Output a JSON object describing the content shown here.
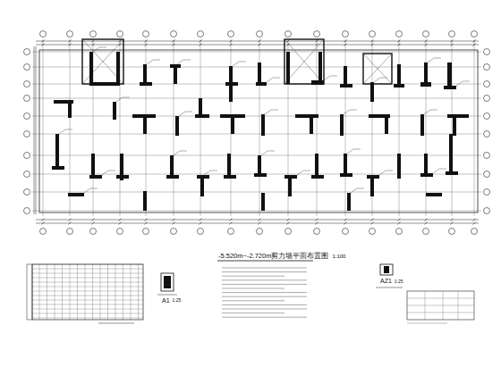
{
  "diagram": {
    "title": "-5.520m~-2.720m剪力墙平面布置图",
    "labels": [
      "1:100",
      "A1",
      "1:25",
      "AZ1",
      "1:25"
    ]
  }
}
